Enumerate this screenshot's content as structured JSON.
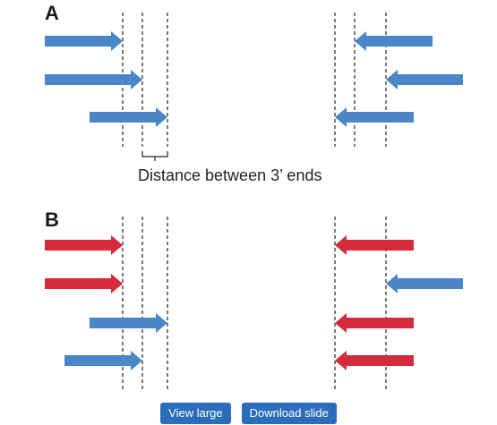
{
  "figure": {
    "panel_a_label": "A",
    "panel_b_label": "B",
    "caption": "Distance between 3’ ends",
    "colors": {
      "blue": "#4a86c8",
      "red": "#d42a3c",
      "line": "#222222"
    }
  },
  "actions": {
    "view_large_label": "View large",
    "download_slide_label": "Download slide"
  }
}
